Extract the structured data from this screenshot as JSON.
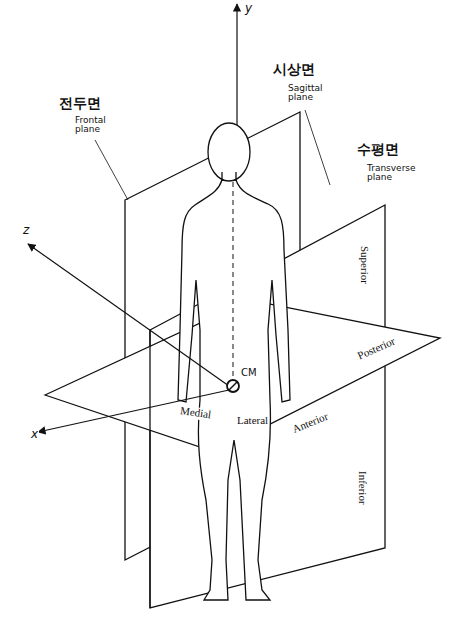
{
  "diagram": {
    "labels": [
      "y",
      "전두면",
      "Frontal plane",
      "시상면",
      "Sagittal plane",
      "수평면",
      "Transverse plane",
      "z",
      "x",
      "CM",
      "Superior",
      "Posterior",
      "Medial",
      "Lateral",
      "Anterior",
      "Inferior"
    ]
  }
}
